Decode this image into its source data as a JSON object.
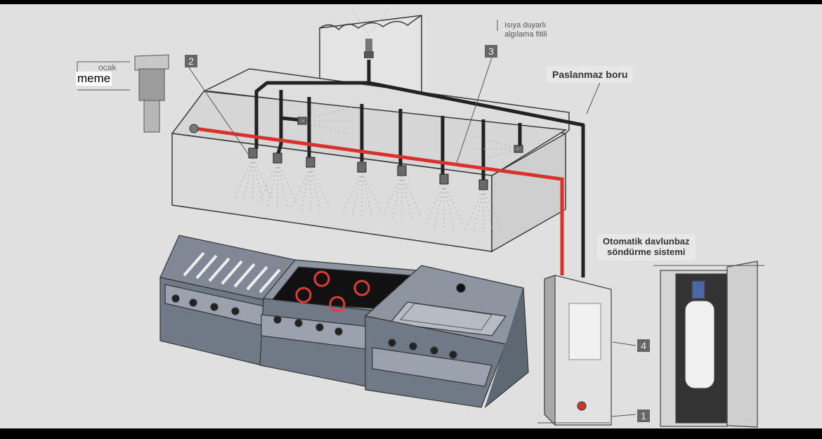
{
  "labels": {
    "ocak": "ocak",
    "meme": "meme",
    "heat_line1": "Isıya duyarlı",
    "heat_line2": "algılama fitili",
    "pipe": "Paslanmaz boru",
    "system_line1": "Otomatik davlunbaz",
    "system_line2": "söndürme sistemi"
  },
  "numbers": {
    "n1": "1",
    "n2": "2",
    "n3": "3",
    "n4": "4"
  },
  "colors": {
    "background": "#e0e0e0",
    "hood_line": "#3a3a3a",
    "detection_line": "#d9312b",
    "pipe": "#2a2a2a",
    "appliance": "#6e7784",
    "appliance_light": "#9aa3ad",
    "burner": "#e23b3b",
    "cabinet": "#e6e6e6"
  }
}
